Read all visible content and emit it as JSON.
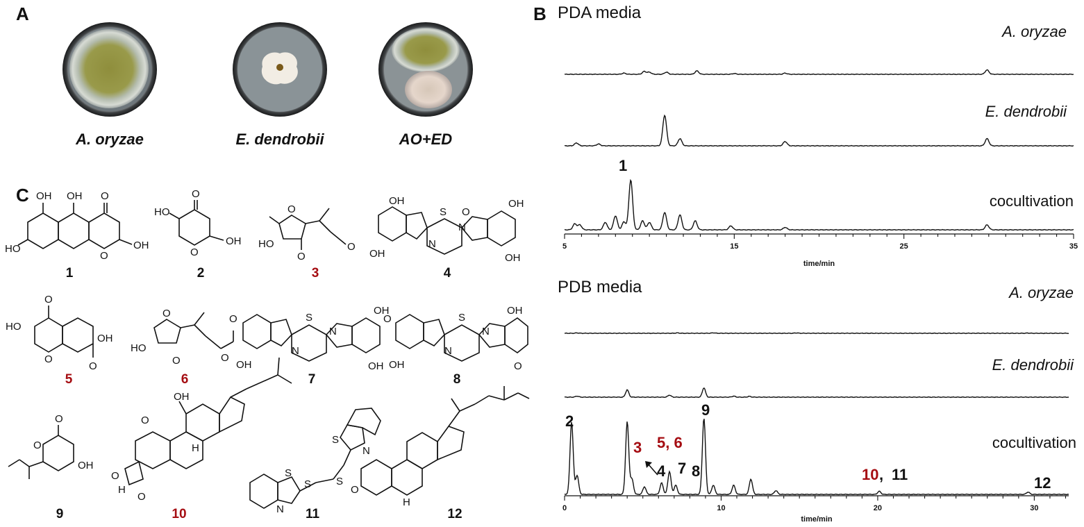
{
  "panel_letters": {
    "a": "A",
    "b": "B",
    "c": "C"
  },
  "panel_a": {
    "dishes": [
      {
        "label": "A. oryzae"
      },
      {
        "label": "E. dendrobii"
      },
      {
        "label": "AO+ED"
      }
    ]
  },
  "panel_c": {
    "compounds": [
      {
        "number": "1",
        "color": "#111111"
      },
      {
        "number": "2",
        "color": "#111111"
      },
      {
        "number": "3",
        "color": "#a50d12"
      },
      {
        "number": "4",
        "color": "#111111"
      },
      {
        "number": "5",
        "color": "#a50d12"
      },
      {
        "number": "6",
        "color": "#a50d12"
      },
      {
        "number": "7",
        "color": "#111111"
      },
      {
        "number": "8",
        "color": "#111111"
      },
      {
        "number": "9",
        "color": "#111111"
      },
      {
        "number": "10",
        "color": "#a50d12"
      },
      {
        "number": "11",
        "color": "#111111"
      },
      {
        "number": "12",
        "color": "#111111"
      }
    ]
  },
  "chart_data": [
    {
      "type": "line",
      "title": "PDA media",
      "xlabel": "time/min",
      "xlim": [
        5,
        35
      ],
      "xticks": [
        5,
        15,
        25,
        35
      ],
      "series": [
        {
          "name": "A. oryzae",
          "peaks": [
            [
              8.5,
              0.12
            ],
            [
              9.7,
              0.3
            ],
            [
              10.0,
              0.22
            ],
            [
              11.0,
              0.22
            ],
            [
              12.8,
              0.35
            ],
            [
              15.0,
              0.08
            ],
            [
              18.0,
              0.12
            ],
            [
              29.9,
              0.45
            ]
          ]
        },
        {
          "name": "E. dendrobii",
          "peaks": [
            [
              5.7,
              0.08
            ],
            [
              7.0,
              0.05
            ],
            [
              10.9,
              0.85
            ],
            [
              11.8,
              0.2
            ],
            [
              18.0,
              0.12
            ],
            [
              29.9,
              0.2
            ]
          ]
        },
        {
          "name": "cocultivation",
          "peaks": [
            [
              5.6,
              0.12
            ],
            [
              5.9,
              0.1
            ],
            [
              7.4,
              0.15
            ],
            [
              8.0,
              0.28
            ],
            [
              8.5,
              0.16
            ],
            [
              8.9,
              1.0
            ],
            [
              9.6,
              0.18
            ],
            [
              10.0,
              0.15
            ],
            [
              10.9,
              0.35
            ],
            [
              11.8,
              0.3
            ],
            [
              12.7,
              0.18
            ],
            [
              14.8,
              0.08
            ],
            [
              18.0,
              0.05
            ],
            [
              29.9,
              0.1
            ]
          ]
        }
      ],
      "annotations": [
        {
          "text": "1",
          "x": 8.9
        }
      ]
    },
    {
      "type": "line",
      "title": "PDB media",
      "xlabel": "time/min",
      "xlim": [
        0,
        32.2
      ],
      "xticks": [
        0,
        10,
        20,
        30
      ],
      "series": [
        {
          "name": "A. oryzae",
          "peaks": [
            [
              0.8,
              0.05
            ],
            [
              7.2,
              0.05
            ],
            [
              9.5,
              0.06
            ],
            [
              14.8,
              0.05
            ],
            [
              29.6,
              0.03
            ]
          ]
        },
        {
          "name": "E. dendrobii",
          "peaks": [
            [
              0.8,
              0.05
            ],
            [
              4.0,
              0.35
            ],
            [
              6.7,
              0.1
            ],
            [
              8.9,
              0.45
            ],
            [
              10.8,
              0.05
            ],
            [
              11.8,
              0.04
            ]
          ]
        },
        {
          "name": "cocultivation",
          "peaks": [
            [
              0.45,
              0.95
            ],
            [
              0.8,
              0.25
            ],
            [
              4.0,
              0.95
            ],
            [
              4.3,
              0.2
            ],
            [
              5.1,
              0.1
            ],
            [
              6.2,
              0.15
            ],
            [
              6.7,
              0.3
            ],
            [
              7.1,
              0.12
            ],
            [
              8.9,
              1.0
            ],
            [
              9.5,
              0.12
            ],
            [
              10.8,
              0.12
            ],
            [
              11.9,
              0.2
            ],
            [
              13.5,
              0.05
            ],
            [
              20.1,
              0.04
            ],
            [
              29.6,
              0.03
            ]
          ]
        }
      ],
      "annotations": [
        {
          "text": "2",
          "x": 0.45
        },
        {
          "text": "3",
          "x": 4.0,
          "color": "#a50d12"
        },
        {
          "text": "4",
          "x": 6.2
        },
        {
          "text": "5, 6",
          "x": 5.8,
          "color": "#a50d12"
        },
        {
          "text": "7",
          "x": 7.3
        },
        {
          "text": "8",
          "x": 8.2
        },
        {
          "text": "9",
          "x": 8.9
        },
        {
          "text": "10",
          "x": 19.4,
          "color": "#a50d12"
        },
        {
          "text": "11",
          "x": 20.6
        },
        {
          "text": "12",
          "x": 29.6
        }
      ]
    }
  ]
}
